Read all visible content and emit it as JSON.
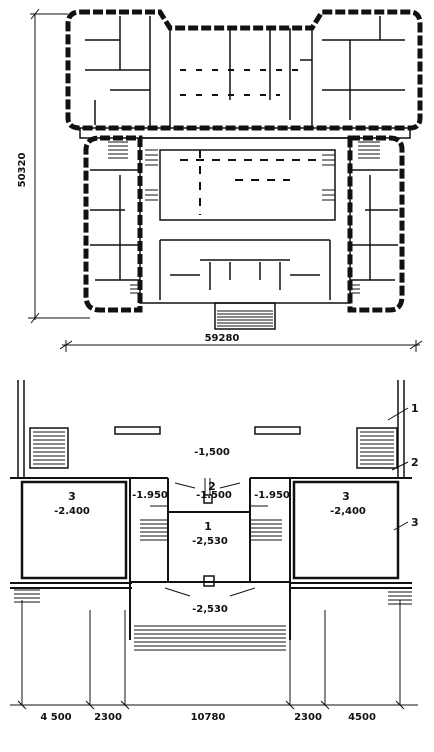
{
  "top_plan": {
    "dim_width": "59280",
    "dim_height": "50320"
  },
  "bottom_plan": {
    "levels": {
      "hall": "-1,500",
      "left_side_stair": "-1.950",
      "center_small": "-1.500",
      "right_side_stair": "-1.950",
      "left_room": "-2.400",
      "center_room": "-2,530",
      "right_room": "-2,400",
      "entrance": "-2,530"
    },
    "room_numbers": {
      "left_room": "3",
      "center_small": "2",
      "center_room": "1",
      "right_room": "3"
    },
    "callouts": [
      "1",
      "2",
      "3"
    ],
    "bottom_dims": [
      "4 500",
      "2300",
      "10780",
      "2300",
      "4500"
    ]
  }
}
